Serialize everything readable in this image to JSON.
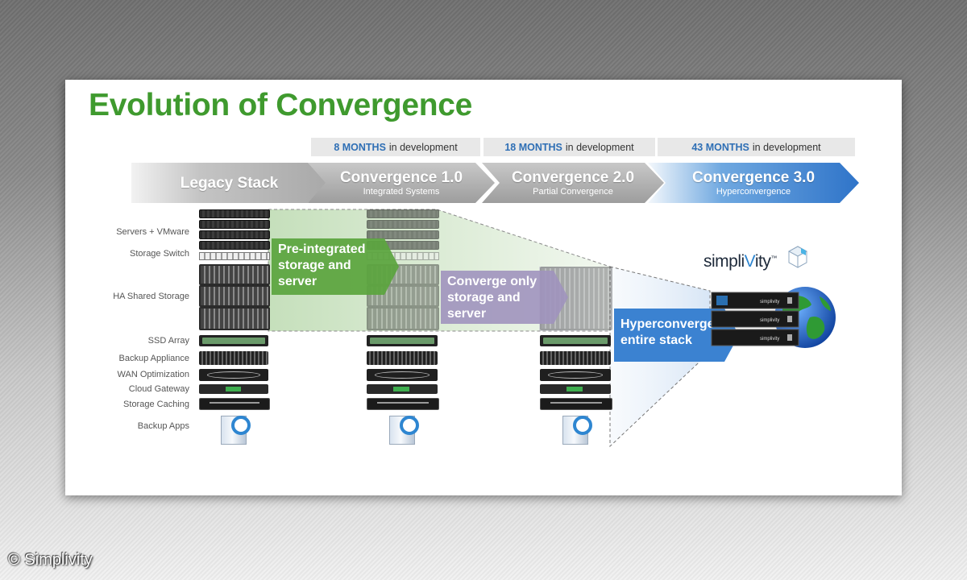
{
  "slide": {
    "title": "Evolution of Convergence"
  },
  "timeline": [
    {
      "months": "8 MONTHS",
      "suffix": "in development"
    },
    {
      "months": "18 MONTHS",
      "suffix": "in development"
    },
    {
      "months": "43 MONTHS",
      "suffix": "in development"
    }
  ],
  "stages": [
    {
      "name": "Legacy Stack",
      "subtitle": ""
    },
    {
      "name": "Convergence 1.0",
      "subtitle": "Integrated Systems"
    },
    {
      "name": "Convergence 2.0",
      "subtitle": "Partial Convergence"
    },
    {
      "name": "Convergence 3.0",
      "subtitle": "Hyperconvergence"
    }
  ],
  "row_labels": [
    "Servers + VMware",
    "Storage Switch",
    "HA Shared Storage",
    "SSD Array",
    "Backup Appliance",
    "WAN Optimization",
    "Cloud Gateway",
    "Storage Caching",
    "Backup Apps"
  ],
  "callouts": {
    "green": [
      "Pre-integrated",
      "storage and",
      "server"
    ],
    "purple": [
      "Converge only",
      "storage and",
      "server"
    ],
    "blue": [
      "Hyperconverge",
      "entire stack"
    ]
  },
  "brand": {
    "logo_text": "simpli",
    "logo_text_accent": "V",
    "logo_text_end": "ity",
    "logo_tm": "™",
    "unit_label": "simplivity"
  },
  "watermark": "© Simplivity",
  "colors": {
    "title_green": "#3f9a2e",
    "months_blue": "#2f6fb5",
    "callout_green": "#5ba53e",
    "callout_purple": "#a094be",
    "callout_blue": "#3b82d1",
    "stage_gray": "#a9a9a9",
    "stage_blue": "#2f74c9"
  }
}
